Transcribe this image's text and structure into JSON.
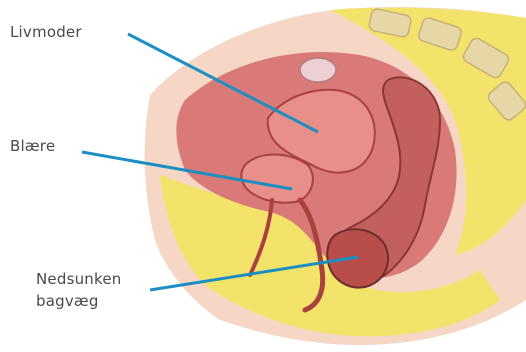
{
  "labels": {
    "uterus": "Livmoder",
    "bladder": "Blære",
    "rear_wall": "Nedsunken\nbagvæg"
  },
  "colors": {
    "pointer": "#1b8fc4",
    "fat": "#f3e36a",
    "tissue": "#d97a78",
    "organ": "#e88f8a",
    "organ_dark": "#a9413f",
    "cavity": "#6e2f2c"
  }
}
